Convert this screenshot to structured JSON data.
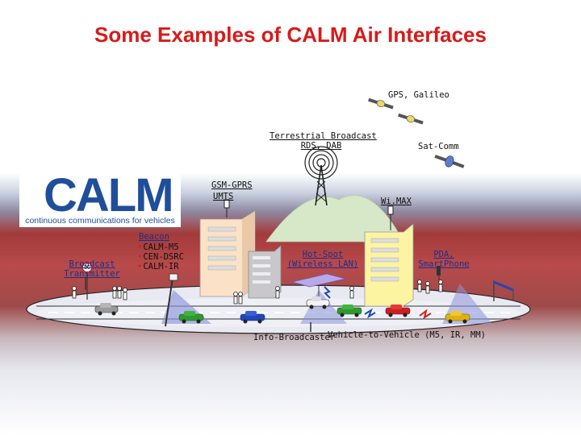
{
  "title": "Some Examples of CALM Air Interfaces",
  "logo": {
    "text": "CALM",
    "tagline": "continuous communications for vehicles"
  },
  "labels": {
    "gps": "GPS, Galileo",
    "terrestrial_line1": "Terrestrial Broadcast",
    "terrestrial_line2": "RDS, DAB",
    "satcomm": "Sat-Comm",
    "gsm": "GSM-GPRS",
    "umts": "UMTS",
    "wimax": "Wi.MAX",
    "beacon_title": "Beacon",
    "beacon_items": [
      "CALM-M5",
      "CEN-DSRC",
      "CALM-IR"
    ],
    "broadcast_line1": "Broadcast",
    "broadcast_line2": "Transmitter",
    "hotspot_line1": "Hot-Spot",
    "hotspot_line2": "(Wireless LAN)",
    "pda_line1": "PDA,",
    "pda_line2": "SmartPhone",
    "info_broadcaster": "Info-Broadcaster",
    "v2v": "Vehicle-to-Vehicle (M5, IR, MM)",
    "speed_sign": "50"
  },
  "colors": {
    "title": "#d81a1a",
    "logo_blue": "#1f4e9a",
    "logo_red": "#d42020",
    "road_blue": "#6e78c8",
    "car_green": "#2e9a2e",
    "car_blue": "#2147b8",
    "car_red": "#cc2020",
    "car_yellow": "#e0b010",
    "car_grey": "#9a9a9a"
  }
}
